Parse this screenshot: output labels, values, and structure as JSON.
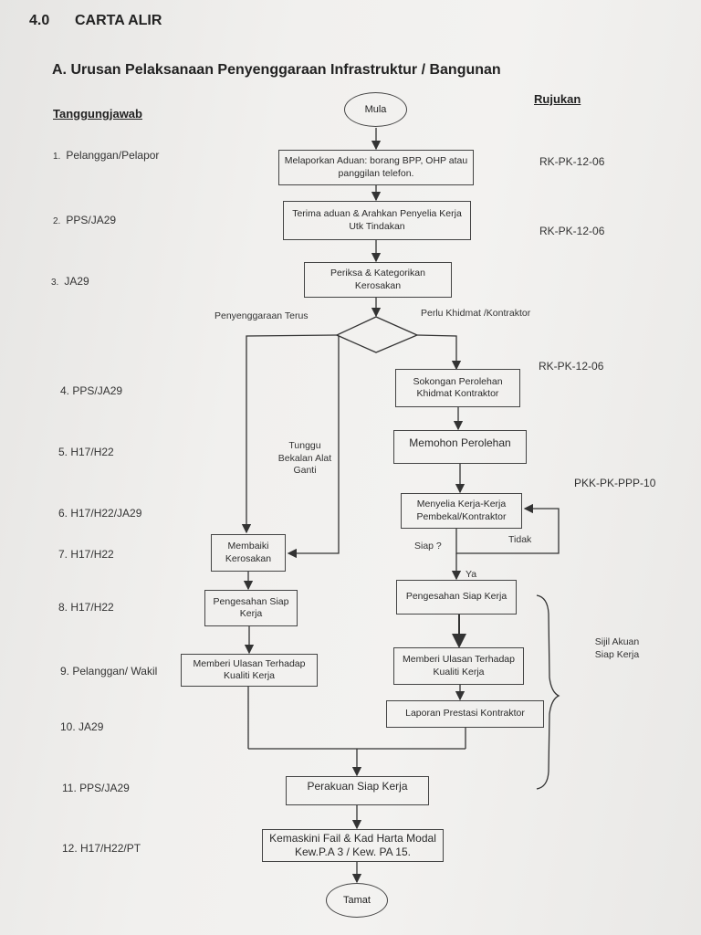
{
  "header": {
    "section_number": "4.0",
    "section_title": "CARTA ALIR",
    "subtitle": "A. Urusan Pelaksanaan Penyenggaraan Infrastruktur / Bangunan",
    "col_responsible": "Tanggungjawab",
    "col_reference": "Rujukan"
  },
  "responsibilities": [
    {
      "num": "1.",
      "text": "Pelanggan/Pelapor"
    },
    {
      "num": "2.",
      "text": "PPS/JA29"
    },
    {
      "num": "3.",
      "text": "JA29"
    },
    {
      "num": "",
      "text": "4. PPS/JA29"
    },
    {
      "num": "",
      "text": "5. H17/H22"
    },
    {
      "num": "",
      "text": "6. H17/H22/JA29"
    },
    {
      "num": "",
      "text": "7. H17/H22"
    },
    {
      "num": "",
      "text": "8. H17/H22"
    },
    {
      "num": "",
      "text": "9. Pelanggan/ Wakil"
    },
    {
      "num": "",
      "text": "10. JA29"
    },
    {
      "num": "",
      "text": "11. PPS/JA29"
    },
    {
      "num": "",
      "text": "12. H17/H22/PT"
    }
  ],
  "references": [
    "RK-PK-12-06",
    "RK-PK-12-06",
    "RK-PK-12-06",
    "PKK-PK-PPP-10"
  ],
  "flow": {
    "start": "Mula",
    "end": "Tamat",
    "step1": "Melaporkan Aduan: borang BPP, OHP atau panggilan telefon.",
    "step2": "Terima aduan & Arahkan Penyelia Kerja Utk Tindakan",
    "step3": "Periksa & Kategorikan Kerosakan",
    "branch_left": "Penyenggaraan Terus",
    "branch_right": "Perlu Khidmat /Kontraktor",
    "wait_label": "Tunggu Bekalan Alat Ganti",
    "r_sokongan": "Sokongan Perolehan Khidmat Kontraktor",
    "r_memohon": "Memohon Perolehan",
    "r_menyelia": "Menyelia Kerja-Kerja Pembekal/Kontraktor",
    "siap_q": "Siap ?",
    "tidak": "Tidak",
    "ya": "Ya",
    "r_pengesahan": "Pengesahan Siap Kerja",
    "r_ulasan": "Memberi Ulasan Terhadap Kualiti Kerja",
    "r_laporan": "Laporan Prestasi Kontraktor",
    "l_membaiki": "Membaiki Kerosakan",
    "l_pengesahan": "Pengesahan Siap Kerja",
    "l_ulasan": "Memberi Ulasan Terhadap Kualiti Kerja",
    "brace_note": "Sijil Akuan Siap Kerja",
    "perakuan": "Perakuan Siap Kerja",
    "kemaskini": "Kemaskini Fail & Kad Harta Modal Kew.P.A 3 / Kew. PA 15."
  }
}
